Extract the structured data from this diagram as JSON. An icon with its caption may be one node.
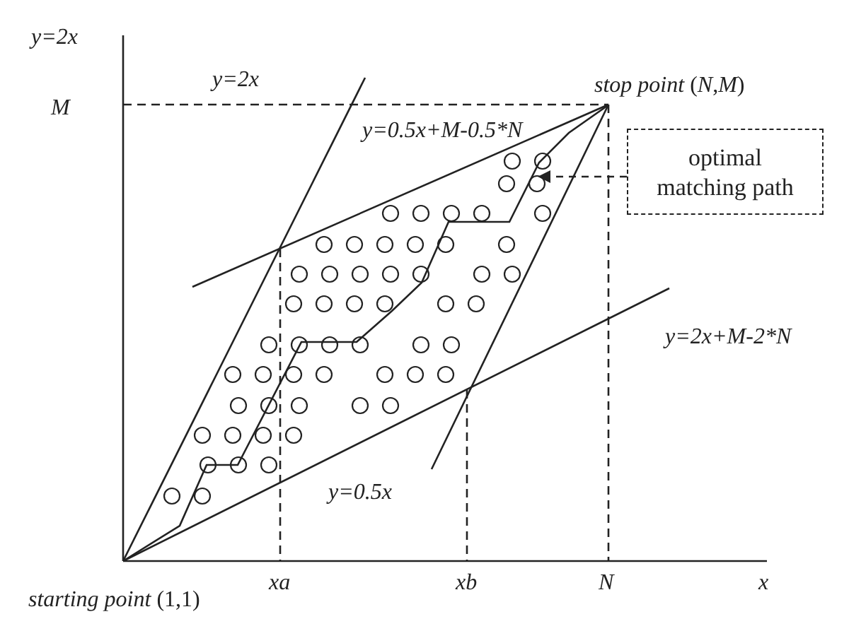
{
  "diagram": {
    "nodes": [
      {
        "text": [
          "optimal matching path"
        ]
      },
      {
        "text": [],
        "shape": "line"
      }
    ],
    "edges": [
      {
        "from": 0,
        "to": 1,
        "arrow": "to",
        "style": "dashed"
      }
    ],
    "labels": [
      "y=2x",
      "y=2x",
      "M",
      "*stop point* (*N*,*M*)",
      "y=0.5x+M-0.5*N",
      "y=2x+M-2*N",
      "y=0.5x",
      "xa",
      "xb",
      "N",
      "x",
      "*starting point* (1,1)"
    ]
  }
}
